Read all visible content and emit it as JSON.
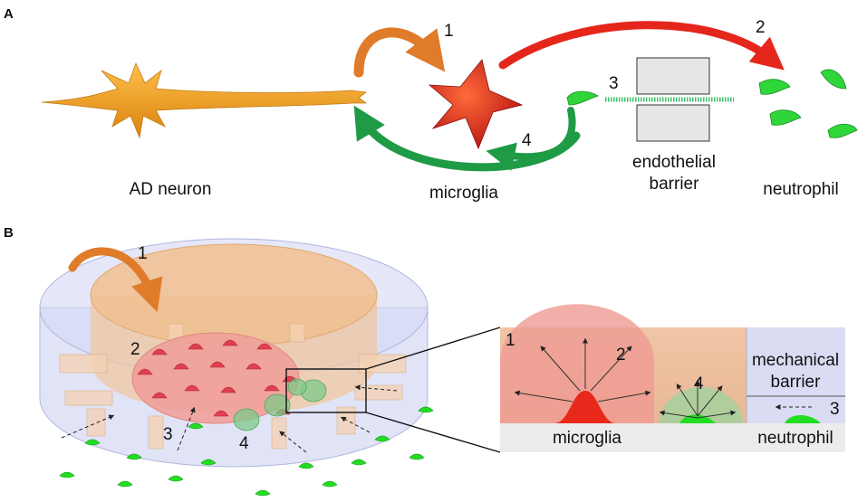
{
  "panel_a": {
    "label": "A",
    "captions": {
      "neuron": "AD neuron",
      "microglia": "microglia",
      "barrier_line1": "endothelial",
      "barrier_line2": "barrier",
      "neutrophil": "neutrophil"
    },
    "steps": [
      "1",
      "2",
      "3",
      "4"
    ],
    "colors": {
      "neuron": "#f4a321",
      "microglia": "#e8281a",
      "neutrophil": "#2fd63a",
      "arrow1": "#e07b2a",
      "arrow2": "#e5261b",
      "arrow4": "#1f9a45",
      "barrier": "#e6e6e6"
    }
  },
  "panel_b": {
    "label": "B",
    "steps": [
      "1",
      "2",
      "3",
      "4"
    ],
    "inset": {
      "steps": [
        "1",
        "2",
        "4",
        "3"
      ],
      "barrier_line1": "mechanical",
      "barrier_line2": "barrier",
      "microglia": "microglia",
      "neutrophil": "neutrophil"
    },
    "colors": {
      "chamber": "#c8cdf0",
      "neuron_zone": "#f2c59a",
      "microglia_zone": "#f0a09a",
      "microglia": "#e04050",
      "neutrophil_halo": "#7fc98a",
      "neutrophil": "#22dd22"
    }
  }
}
